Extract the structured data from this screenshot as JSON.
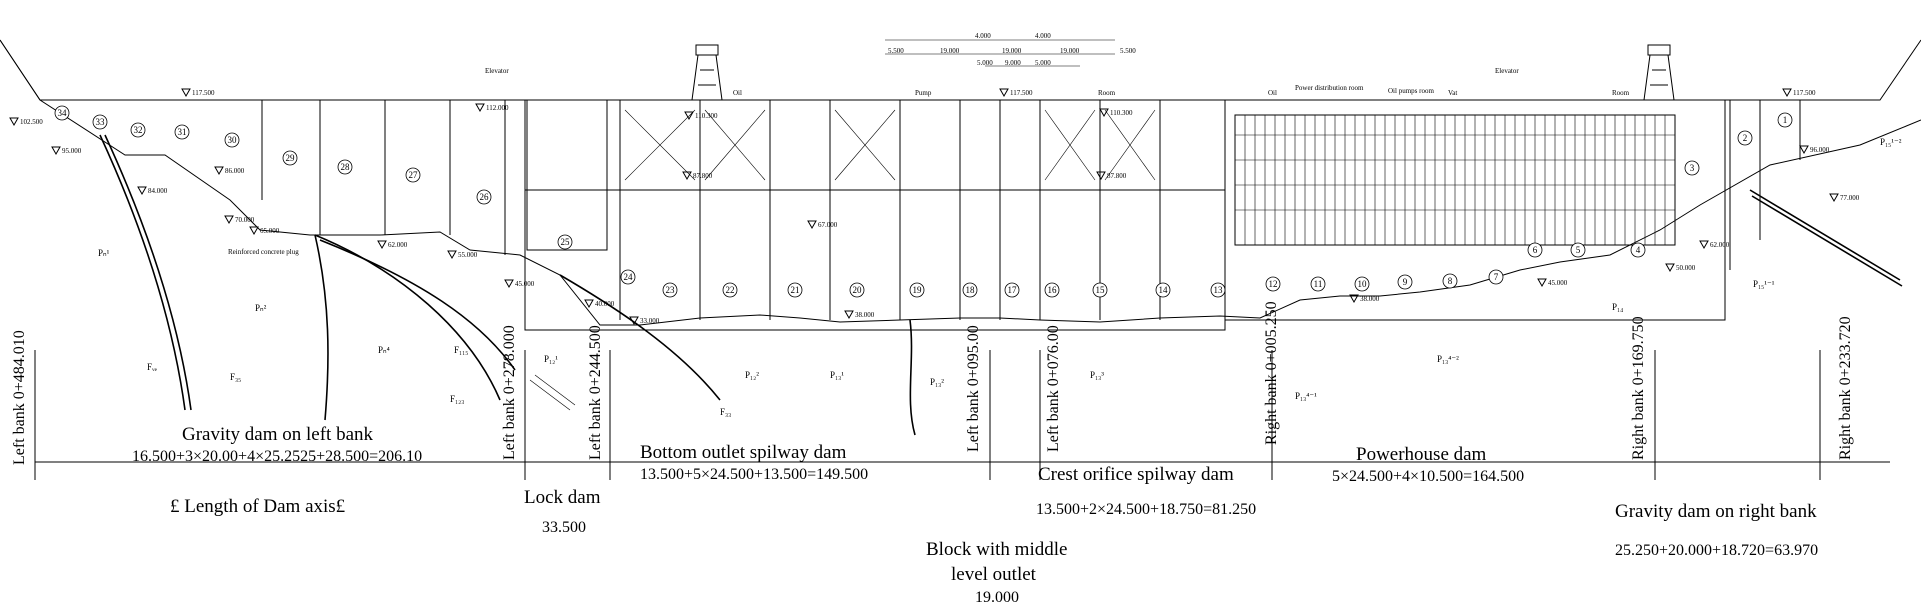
{
  "sections": [
    {
      "id": "gravity-left",
      "name": "Gravity dam on left bank",
      "formula": "16.500+3×20.00+4×25.2525+28.500=206.10"
    },
    {
      "id": "lock",
      "name": "Lock dam",
      "formula": "33.500"
    },
    {
      "id": "bottom-outlet",
      "name": "Bottom outlet spilway dam",
      "formula": "13.500+5×24.500+13.500=149.500"
    },
    {
      "id": "middle-block",
      "name_l1": "Block with middle",
      "name_l2": "level outlet",
      "formula": "19.000"
    },
    {
      "id": "crest",
      "name": "Crest orifice spilway dam",
      "formula": "13.500+2×24.500+18.750=81.250"
    },
    {
      "id": "powerhouse",
      "name": "Powerhouse dam",
      "formula": "5×24.500+4×10.500=164.500"
    },
    {
      "id": "gravity-right",
      "name": "Gravity dam on right bank",
      "formula": "25.250+20.000+18.720=63.970"
    }
  ],
  "axis_label": "£  Length of Dam axis£",
  "stations": [
    "Left bank 0+484.010",
    "Left bank 0+278.000",
    "Left bank 0+244.500",
    "Left bank 0+095.00",
    "Left bank 0+076.00",
    "Right bank 0+005.250",
    "Right bank 0+169.750",
    "Right bank 0+233.720"
  ],
  "block_numbers": [
    "34",
    "33",
    "32",
    "31",
    "30",
    "29",
    "28",
    "27",
    "26",
    "25",
    "24",
    "23",
    "22",
    "21",
    "20",
    "19",
    "18",
    "17",
    "16",
    "15",
    "14",
    "13",
    "12",
    "11",
    "10",
    "9",
    "8",
    "7",
    "6",
    "5",
    "4",
    "3",
    "2",
    "1"
  ],
  "elevations": [
    "117.500",
    "102.500",
    "95.000",
    "84.000",
    "86.000",
    "70.000",
    "65.000",
    "62.000",
    "55.000",
    "112.000",
    "45.000",
    "40.000",
    "33.000",
    "110.300",
    "87.800",
    "67.000",
    "38.000",
    "117.500",
    "110.300",
    "87.800",
    "117.500",
    "96.000",
    "77.000",
    "62.000",
    "50.000",
    "45.000",
    "38.000"
  ],
  "top_dims": {
    "row1": [
      "5.500",
      "19.000",
      "19.000",
      "19.000",
      "5.500"
    ],
    "row0": [
      "4.000",
      "4.000"
    ],
    "row2": [
      "5.000",
      "9.000",
      "5.000"
    ]
  },
  "labels": {
    "elevator_left": "Elevator",
    "elevator_right": "Elevator",
    "reinforced": "Reinforced concrete plug",
    "rooms": [
      "Oil",
      "Pump",
      "Room",
      "Oil",
      "Power distribution room",
      "Oil pumps room",
      "Vat",
      "Room"
    ]
  },
  "geology": [
    "Pₙ¹",
    "Pₙ²",
    "Pₙ⁴",
    "Fᵥₑ",
    "F₃₅",
    "F₁₁₅",
    "F₁₂₃",
    "P₁₂¹",
    "P₁₂²",
    "P₁₃¹",
    "P₁₃²",
    "P₁₃³",
    "F₃₃",
    "P₁₃⁴⁻¹",
    "P₁₃⁴⁻²",
    "P₁₄",
    "P₁₅¹⁻¹",
    "P₁₅¹⁻²"
  ]
}
